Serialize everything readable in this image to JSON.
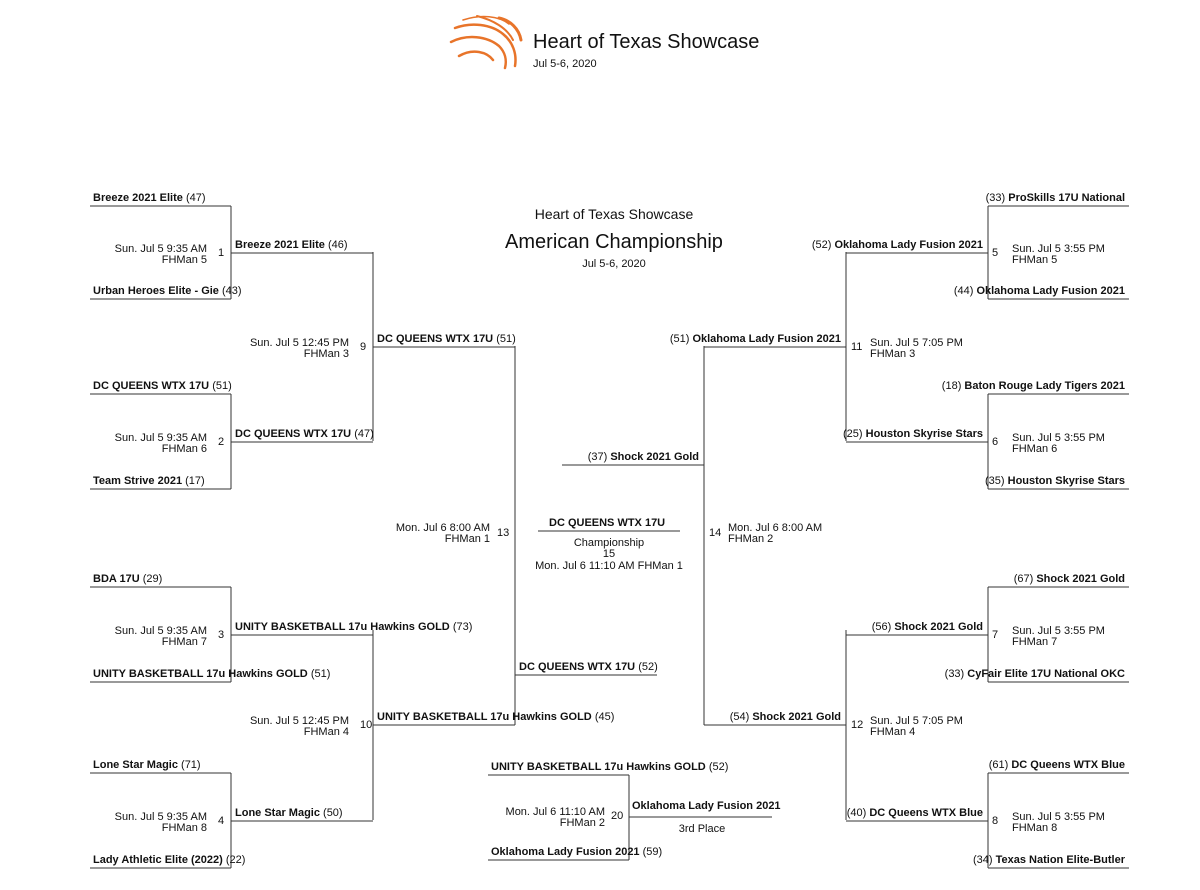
{
  "header": {
    "title": "Heart of Texas Showcase",
    "date": "Jul 5-6, 2020",
    "logo_icon": "basketball-icon"
  },
  "bracket_header": {
    "subtitle": "Heart of Texas Showcase",
    "title": "American Championship",
    "date": "Jul 5-6, 2020"
  },
  "colors": {
    "line": "#333333",
    "logo": "#e8742a"
  },
  "games": [
    {
      "num": "1",
      "time": "Sun. Jul 5 9:35 AM",
      "court": "FHMan 5",
      "top": {
        "team": "Breeze 2021 Elite",
        "seed": "(47)"
      },
      "bottom": {
        "team": "Urban Heroes Elite - Gie",
        "seed": "(43)"
      },
      "winner": {
        "team": "Breeze 2021 Elite",
        "seed": "(46)"
      }
    },
    {
      "num": "2",
      "time": "Sun. Jul 5 9:35 AM",
      "court": "FHMan 6",
      "top": {
        "team": "DC QUEENS WTX 17U",
        "seed": "(51)"
      },
      "bottom": {
        "team": "Team Strive 2021",
        "seed": "(17)"
      },
      "winner": {
        "team": "DC QUEENS WTX 17U",
        "seed": "(47)"
      }
    },
    {
      "num": "3",
      "time": "Sun. Jul 5 9:35 AM",
      "court": "FHMan 7",
      "top": {
        "team": "BDA 17U",
        "seed": "(29)"
      },
      "bottom": {
        "team": "UNITY BASKETBALL 17u Hawkins GOLD",
        "seed": "(51)"
      },
      "winner": {
        "team": "UNITY BASKETBALL 17u Hawkins GOLD",
        "seed": "(73)"
      }
    },
    {
      "num": "4",
      "time": "Sun. Jul 5 9:35 AM",
      "court": "FHMan 8",
      "top": {
        "team": "Lone Star Magic",
        "seed": "(71)"
      },
      "bottom": {
        "team": "Lady Athletic Elite (2022)",
        "seed": "(22)"
      },
      "winner": {
        "team": "Lone Star Magic",
        "seed": "(50)"
      }
    },
    {
      "num": "9",
      "time": "Sun. Jul 5 12:45 PM",
      "court": "FHMan 3",
      "winner": {
        "team": "DC QUEENS WTX 17U",
        "seed": "(51)"
      }
    },
    {
      "num": "10",
      "time": "Sun. Jul 5 12:45 PM",
      "court": "FHMan 4",
      "winner": {
        "team": "UNITY BASKETBALL 17u Hawkins GOLD",
        "seed": "(45)"
      }
    },
    {
      "num": "13",
      "time": "Mon. Jul 6 8:00 AM",
      "court": "FHMan 1",
      "winner": {
        "team": "DC QUEENS WTX 17U",
        "seed": "(52)"
      }
    },
    {
      "num": "5",
      "time": "Sun. Jul 5 3:55 PM",
      "court": "FHMan 5",
      "top": {
        "team": "ProSkills 17U National",
        "seed": "(33)"
      },
      "bottom": {
        "team": "Oklahoma Lady Fusion 2021",
        "seed": "(44)"
      },
      "winner": {
        "team": "Oklahoma Lady Fusion 2021",
        "seed": "(52)"
      }
    },
    {
      "num": "6",
      "time": "Sun. Jul 5 3:55 PM",
      "court": "FHMan 6",
      "top": {
        "team": "Baton Rouge Lady Tigers 2021",
        "seed": "(18)"
      },
      "bottom": {
        "team": "Houston Skyrise Stars",
        "seed": "(35)"
      },
      "winner": {
        "team": "Houston Skyrise Stars",
        "seed": "(25)"
      }
    },
    {
      "num": "7",
      "time": "Sun. Jul 5 3:55 PM",
      "court": "FHMan 7",
      "top": {
        "team": "Shock 2021 Gold",
        "seed": "(67)"
      },
      "bottom": {
        "team": "CyFair Elite 17U National OKC",
        "seed": "(33)"
      },
      "winner": {
        "team": "Shock 2021 Gold",
        "seed": "(56)"
      }
    },
    {
      "num": "8",
      "time": "Sun. Jul 5 3:55 PM",
      "court": "FHMan 8",
      "top": {
        "team": "DC Queens WTX Blue",
        "seed": "(61)"
      },
      "bottom": {
        "team": "Texas Nation Elite-Butler",
        "seed": "(34)"
      },
      "winner": {
        "team": "DC Queens WTX Blue",
        "seed": "(40)"
      }
    },
    {
      "num": "11",
      "time": "Sun. Jul 5 7:05 PM",
      "court": "FHMan 3",
      "winner": {
        "team": "Oklahoma Lady Fusion 2021",
        "seed": "(51)"
      }
    },
    {
      "num": "12",
      "time": "Sun. Jul 5 7:05 PM",
      "court": "FHMan 4",
      "winner": {
        "team": "Shock 2021 Gold",
        "seed": "(54)"
      }
    },
    {
      "num": "14",
      "time": "Mon. Jul 6 8:00 AM",
      "court": "FHMan 2",
      "winner": {
        "team": "Shock 2021 Gold",
        "seed": "(37)"
      }
    },
    {
      "num": "15",
      "label": "Championship",
      "time": "Mon. Jul 6 11:10 AM",
      "court": "FHMan 1",
      "winner": {
        "team": "DC QUEENS WTX 17U"
      }
    },
    {
      "num": "20",
      "label": "3rd Place",
      "time": "Mon. Jul 6 11:10 AM",
      "court": "FHMan 2",
      "top": {
        "team": "UNITY BASKETBALL 17u Hawkins GOLD",
        "seed": "(52)"
      },
      "bottom": {
        "team": "Oklahoma Lady Fusion 2021",
        "seed": "(59)"
      },
      "winner": {
        "team": "Oklahoma Lady Fusion 2021"
      }
    }
  ]
}
